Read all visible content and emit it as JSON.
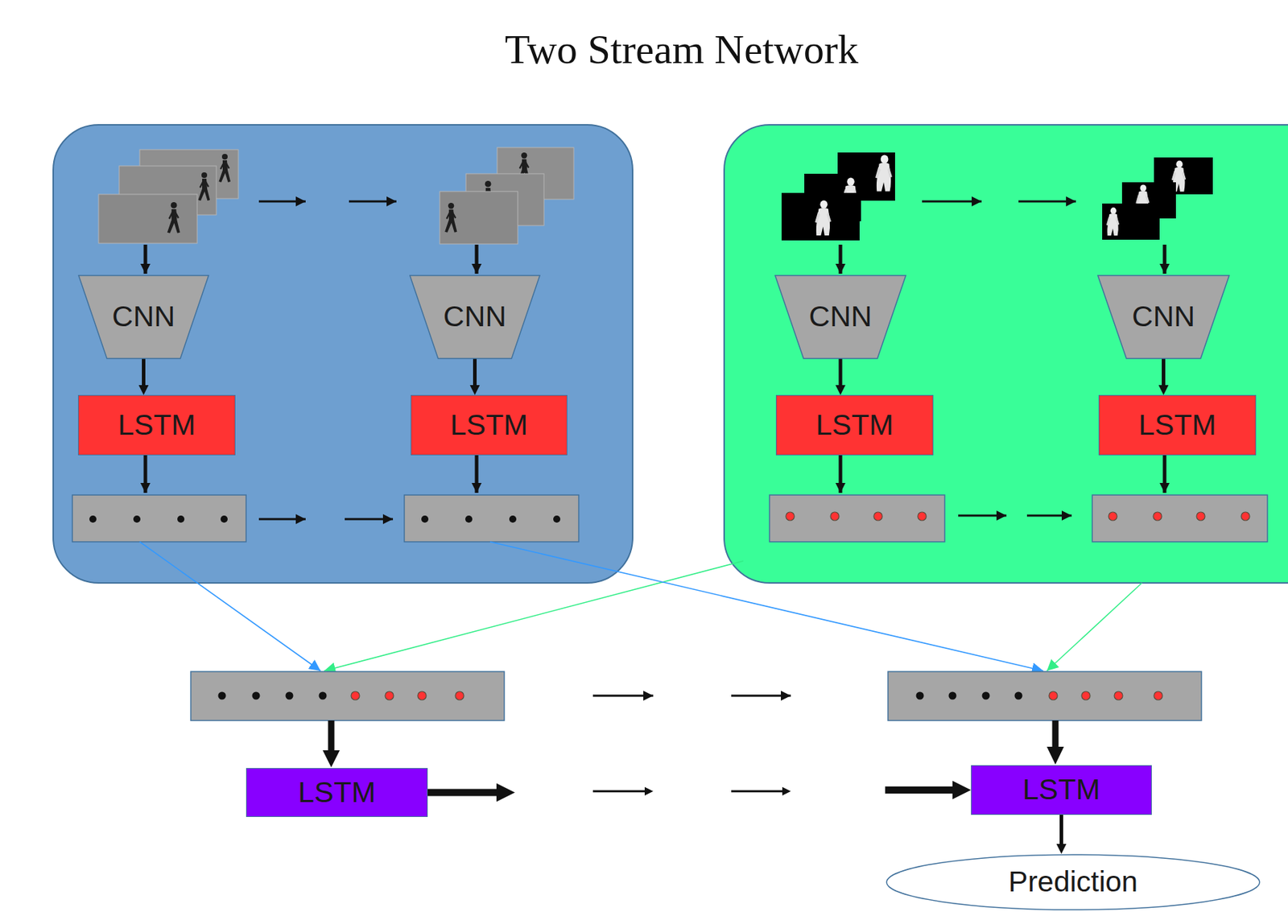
{
  "diagram": {
    "title": "Two Stream Network",
    "nodes": [
      {
        "text": [
          "CNN"
        ]
      },
      {
        "text": [
          "CNN"
        ]
      },
      {
        "text": [
          "CNN"
        ]
      },
      {
        "text": [
          "CNN"
        ]
      },
      {
        "text": [
          "LSTM"
        ]
      },
      {
        "text": [
          "LSTM"
        ]
      },
      {
        "text": [
          "LSTM"
        ]
      },
      {
        "text": [
          "LSTM"
        ]
      },
      {
        "text": [
          "LSTM"
        ]
      },
      {
        "text": [
          "LSTM"
        ]
      },
      {
        "text": [
          "Prediction"
        ]
      }
    ],
    "edges": [
      {
        "from": 0,
        "to": 4,
        "arrow": "to"
      },
      {
        "from": 1,
        "to": 5,
        "arrow": "to"
      },
      {
        "from": 2,
        "to": 6,
        "arrow": "to"
      },
      {
        "from": 3,
        "to": 7,
        "arrow": "to"
      },
      {
        "from": 8,
        "to": 9,
        "arrow": "to"
      },
      {
        "from": 9,
        "to": 10,
        "arrow": "to"
      }
    ]
  }
}
